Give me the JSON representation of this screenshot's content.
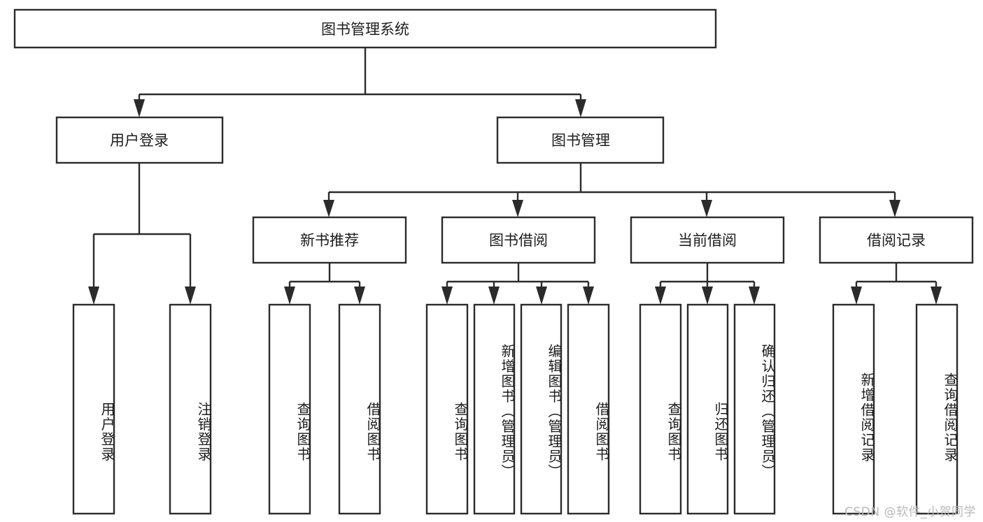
{
  "diagram": {
    "title": "图书管理系统",
    "type": "hierarchy-tree",
    "watermark": "CSDN @软件_小贺同学",
    "colors": {
      "stroke": "#2b2b2b",
      "fill": "#ffffff",
      "text": "#1d1d1d",
      "watermark": "#b9b9b9"
    },
    "root": {
      "label": "图书管理系统",
      "orientation": "horizontal"
    },
    "level2": [
      {
        "label": "用户登录",
        "orientation": "horizontal"
      },
      {
        "label": "图书管理",
        "orientation": "horizontal"
      }
    ],
    "level3": [
      {
        "label": "新书推荐",
        "orientation": "horizontal"
      },
      {
        "label": "图书借阅",
        "orientation": "horizontal"
      },
      {
        "label": "当前借阅",
        "orientation": "horizontal"
      },
      {
        "label": "借阅记录",
        "orientation": "horizontal"
      }
    ],
    "leaves": {
      "user_login": [
        {
          "label": "用户登录",
          "orientation": "vertical"
        },
        {
          "label": "注销登录",
          "orientation": "vertical"
        }
      ],
      "new_book_recommend": [
        {
          "label": "查询图书",
          "orientation": "vertical"
        },
        {
          "label": "借阅图书",
          "orientation": "vertical"
        }
      ],
      "book_borrow": [
        {
          "label": "查询图书",
          "orientation": "vertical"
        },
        {
          "label": "新增图书（管理员）",
          "orientation": "vertical"
        },
        {
          "label": "编辑图书（管理员）",
          "orientation": "vertical"
        },
        {
          "label": "借阅图书",
          "orientation": "vertical"
        }
      ],
      "current_borrow": [
        {
          "label": "查询图书",
          "orientation": "vertical"
        },
        {
          "label": "归还图书",
          "orientation": "vertical"
        },
        {
          "label": "确认归还（管理员）",
          "orientation": "vertical"
        }
      ],
      "borrow_record": [
        {
          "label": "新增借阅记录",
          "orientation": "vertical"
        },
        {
          "label": "查询借阅记录",
          "orientation": "vertical"
        }
      ]
    }
  }
}
